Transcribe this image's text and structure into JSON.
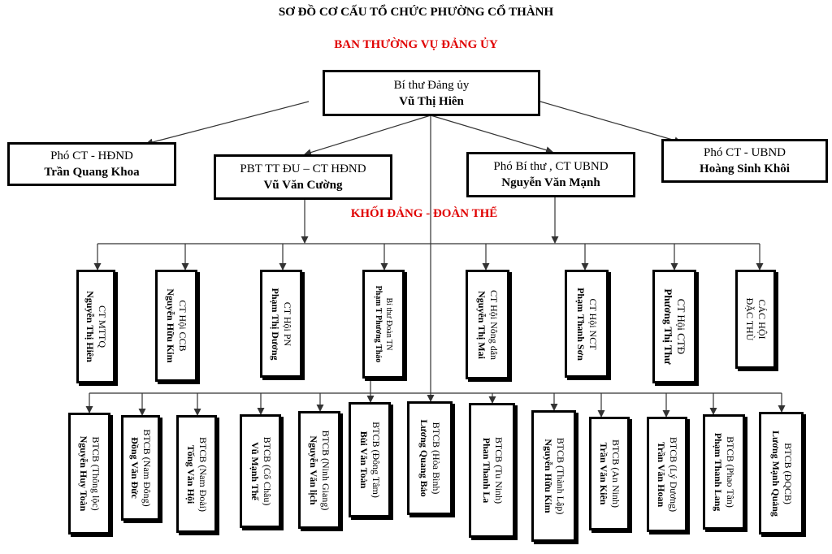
{
  "header": {
    "title": "SƠ ĐỒ CƠ CẤU TỔ CHỨC PHƯỜNG CỔ THÀNH",
    "subtitle": "BAN THƯỜNG VỤ ĐẢNG ỦY",
    "section": "KHỐI ĐẢNG - ĐOÀN THỂ"
  },
  "colors": {
    "accent": "#e00000",
    "line": "#333333",
    "border": "#000000"
  },
  "top": {
    "role": "Bí thư Đảng ủy",
    "name": "Vũ Thị Hiên"
  },
  "leaders": [
    {
      "role": "Phó CT - HĐND",
      "name": "Trần Quang Khoa"
    },
    {
      "role": "PBT TT ĐU – CT  HĐND",
      "name": "Vũ Văn Cường"
    },
    {
      "role": "Phó Bí thư , CT UBND",
      "name": "Nguyễn Văn Mạnh"
    },
    {
      "role": "Phó CT - UBND",
      "name": "Hoàng Sinh Khôi"
    }
  ],
  "mass_orgs": [
    {
      "role": "CT MTTQ",
      "name": "Nguyễn Thị Hiên"
    },
    {
      "role": "CT Hội CCB",
      "name": "Nguyễn Hữu Kim"
    },
    {
      "role": "CT Hội PN",
      "name": "Phạm Thị Dương"
    },
    {
      "role": "Bí thư Đoàn TN",
      "name": "Phạm T Phương Thảo"
    },
    {
      "role": "CT Hội Nông dân",
      "name": "Nguyễn Thị Mai"
    },
    {
      "role": "CT Hội NCT",
      "name": "Phạm Thanh Sơn"
    },
    {
      "role": "CT Hội CTĐ",
      "name": "Phương Thị Thư"
    },
    {
      "role": "CÁC HỘI",
      "name": "ĐẶC THÙ"
    }
  ],
  "branches": [
    {
      "role": "BTCB  (Thông lộc)",
      "name": "Nguyễn Huy Toàn"
    },
    {
      "role": "BTCB  (Nam Đông)",
      "name": "Đồng Văn Đức"
    },
    {
      "role": "BTCB  (Nam Đoài)",
      "name": "Tống Văn Hội"
    },
    {
      "role": "BTCB  (Cổ Châu)",
      "name": "Vũ Mạnh Thế"
    },
    {
      "role": "BTCB  (Ninh Giang)",
      "name": "Nguyễn Văn lịch"
    },
    {
      "role": "BTCB  (Đông Tâm)",
      "name": "Bùi Văn Toàn"
    },
    {
      "role": "BTCB  (Hòa Bình)",
      "name": "Lương Quang Bảo"
    },
    {
      "role": "BTCB  (Tu Ninh)",
      "name": "Phan Thanh La"
    },
    {
      "role": "BTCB  (Thành Lập)",
      "name": "Nguyễn Hữu Kim"
    },
    {
      "role": "BTCB  (An Ninh)",
      "name": "Trần Văn Kiên"
    },
    {
      "role": "BTCB  (Lý Dương)",
      "name": "Trần Văn Hoan"
    },
    {
      "role": "BTCB  (Phao Tân)",
      "name": "Phạm Thanh Lang"
    },
    {
      "role": "BTCB  (ĐQCB)",
      "name": "Lương Mạnh Quảng"
    }
  ]
}
